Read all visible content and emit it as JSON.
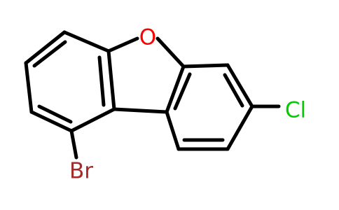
{
  "molecule": {
    "atoms": [
      {
        "symbol": "O",
        "color": "#ff0000"
      },
      {
        "symbol": "Cl",
        "color": "#00cc00"
      },
      {
        "symbol": "Br",
        "color": "#a52a2a"
      }
    ],
    "bond_color": "#000000",
    "background": "#ffffff"
  }
}
